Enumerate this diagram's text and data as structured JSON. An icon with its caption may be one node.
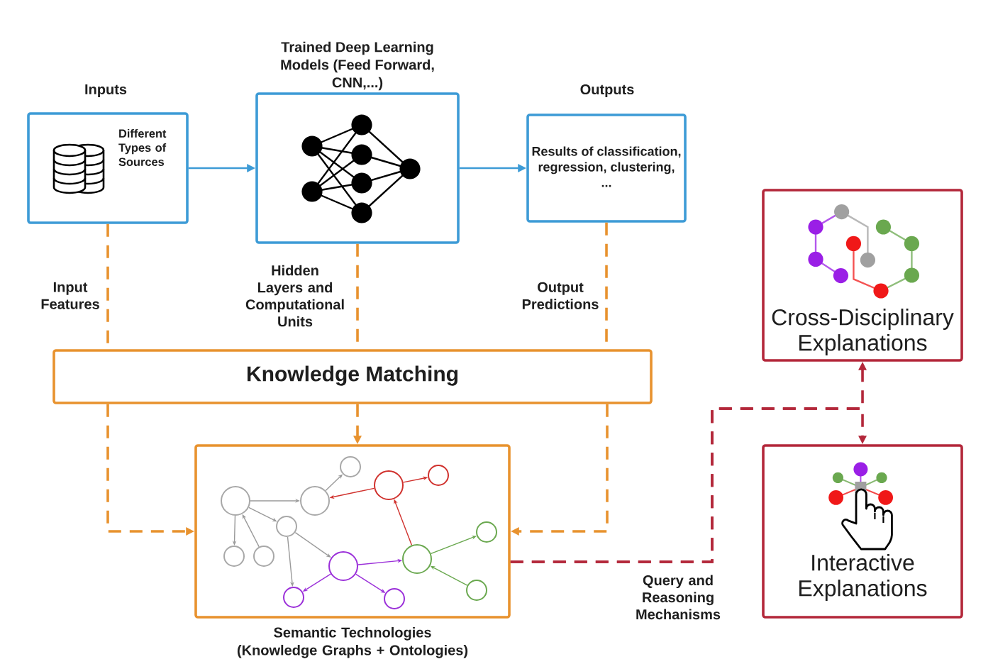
{
  "diagram": {
    "nodes": [
      {
        "text": [
          "Inputs",
          "Different Types of Sources"
        ]
      },
      {
        "text": [
          "Trained Deep Learning Models (Feed Forward, CNN,...)"
        ]
      },
      {
        "text": [
          "Outputs",
          "Results of classification, regression, clustering, ..."
        ]
      },
      {
        "text": [
          "Knowledge Matching"
        ]
      },
      {
        "text": [
          "Semantic Technologies (Knowledge Graphs + Ontologies)"
        ]
      },
      {
        "text": [
          "Cross-Disciplinary Explanations"
        ]
      },
      {
        "text": [
          "Interactive Explanations"
        ]
      }
    ],
    "edges": [
      {
        "from": 0,
        "to": 1,
        "arrow": "to",
        "color": "#3d9bd6"
      },
      {
        "from": 1,
        "to": 2,
        "arrow": "to",
        "color": "#3d9bd6"
      },
      {
        "from": 0,
        "to": 3,
        "arrow": "none",
        "label": "Input Features",
        "style": "dashed"
      },
      {
        "from": 1,
        "to": 3,
        "arrow": "none",
        "label": "Hidden Layers and Computational Units",
        "style": "dashed"
      },
      {
        "from": 2,
        "to": 3,
        "arrow": "none",
        "label": "Output Predictions",
        "style": "dashed"
      },
      {
        "from": 3,
        "to": 4,
        "arrow": "to",
        "style": "dashed"
      },
      {
        "from": 3,
        "to": 4,
        "arrow": "to",
        "style": "dashed"
      },
      {
        "from": 3,
        "to": 4,
        "arrow": "to",
        "style": "dashed"
      },
      {
        "from": 4,
        "to": 5,
        "arrow": "to",
        "label": "Query and Reasoning Mechanisms",
        "style": "dashed",
        "color": "#b3273a"
      },
      {
        "from": 4,
        "to": 6,
        "arrow": "to",
        "style": "dashed",
        "color": "#b3273a"
      }
    ]
  }
}
